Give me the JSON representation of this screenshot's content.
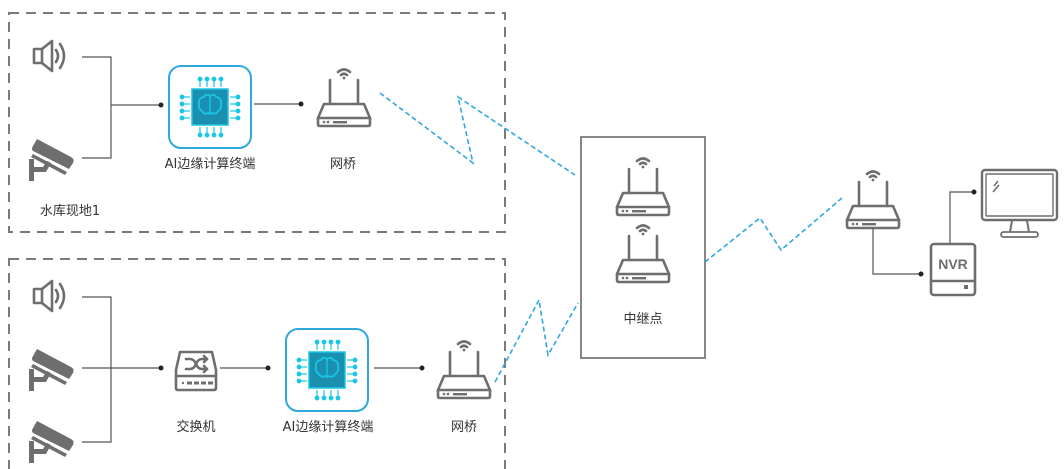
{
  "diagram": {
    "title": "",
    "colors": {
      "wireless_link": "#2fa8e0",
      "device_icon": "#6e6e6e",
      "ai_terminal_border": "#2fa8e0",
      "ai_chip_fill": "#1a8fb0",
      "ai_chip_pins": "#19c6e6",
      "wire": "#555555",
      "zone_border": "#7a7a7a"
    },
    "zones": [
      {
        "id": "site1",
        "label": "水库现地1",
        "border_style": "dashed",
        "devices": [
          {
            "id": "speaker-1",
            "type": "speaker-icon",
            "label": ""
          },
          {
            "id": "camera-1",
            "type": "cctv-camera-icon",
            "label": ""
          },
          {
            "id": "ai-terminal-1",
            "type": "ai-chip-icon",
            "label": "AI边缘计算终端"
          },
          {
            "id": "bridge-1",
            "type": "wireless-router-icon",
            "label": "网桥"
          }
        ]
      },
      {
        "id": "site2",
        "label": "",
        "border_style": "dashed",
        "devices": [
          {
            "id": "speaker-2",
            "type": "speaker-icon",
            "label": ""
          },
          {
            "id": "camera-2",
            "type": "cctv-camera-icon",
            "label": ""
          },
          {
            "id": "camera-3",
            "type": "cctv-camera-icon",
            "label": ""
          },
          {
            "id": "switch-1",
            "type": "network-switch-icon",
            "label": "交换机"
          },
          {
            "id": "ai-terminal-2",
            "type": "ai-chip-icon",
            "label": "AI边缘计算终端"
          },
          {
            "id": "bridge-2",
            "type": "wireless-router-icon",
            "label": "网桥"
          }
        ]
      }
    ],
    "relay": {
      "label": "中继点",
      "devices": [
        {
          "id": "relay-router-1",
          "type": "wireless-router-icon"
        },
        {
          "id": "relay-router-2",
          "type": "wireless-router-icon"
        }
      ]
    },
    "center": {
      "devices": [
        {
          "id": "center-bridge",
          "type": "wireless-router-icon",
          "label": ""
        },
        {
          "id": "nvr",
          "type": "nvr-icon",
          "label": "NVR"
        },
        {
          "id": "monitor",
          "type": "monitor-icon",
          "label": ""
        }
      ]
    },
    "links": [
      {
        "from": "speaker-1",
        "to": "ai-terminal-1",
        "kind": "wired"
      },
      {
        "from": "camera-1",
        "to": "ai-terminal-1",
        "kind": "wired"
      },
      {
        "from": "ai-terminal-1",
        "to": "bridge-1",
        "kind": "wired"
      },
      {
        "from": "bridge-1",
        "to": "relay",
        "kind": "wireless"
      },
      {
        "from": "speaker-2",
        "to": "switch-1",
        "kind": "wired"
      },
      {
        "from": "camera-2",
        "to": "switch-1",
        "kind": "wired"
      },
      {
        "from": "camera-3",
        "to": "switch-1",
        "kind": "wired"
      },
      {
        "from": "switch-1",
        "to": "ai-terminal-2",
        "kind": "wired"
      },
      {
        "from": "ai-terminal-2",
        "to": "bridge-2",
        "kind": "wired"
      },
      {
        "from": "bridge-2",
        "to": "relay",
        "kind": "wireless"
      },
      {
        "from": "relay",
        "to": "center-bridge",
        "kind": "wireless"
      },
      {
        "from": "center-bridge",
        "to": "nvr",
        "kind": "wired"
      },
      {
        "from": "nvr",
        "to": "monitor",
        "kind": "wired"
      }
    ]
  }
}
